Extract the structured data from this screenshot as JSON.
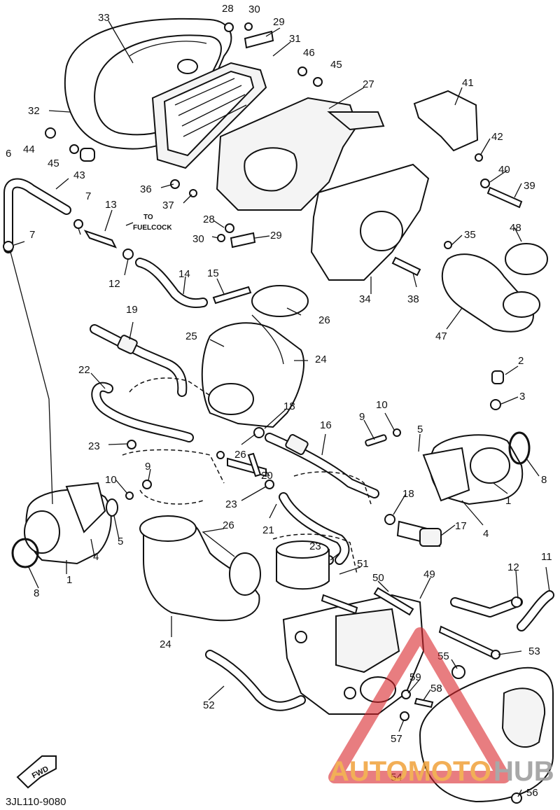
{
  "callouts": [
    {
      "id": "c1",
      "text": "1"
    },
    {
      "id": "c1b",
      "text": "1"
    },
    {
      "id": "c2",
      "text": "2"
    },
    {
      "id": "c3",
      "text": "3"
    },
    {
      "id": "c4",
      "text": "4"
    },
    {
      "id": "c4b",
      "text": "4"
    },
    {
      "id": "c5",
      "text": "5"
    },
    {
      "id": "c5b",
      "text": "5"
    },
    {
      "id": "c6",
      "text": "6"
    },
    {
      "id": "c7",
      "text": "7"
    },
    {
      "id": "c7b",
      "text": "7"
    },
    {
      "id": "c8",
      "text": "8"
    },
    {
      "id": "c8b",
      "text": "8"
    },
    {
      "id": "c9",
      "text": "9"
    },
    {
      "id": "c9b",
      "text": "9"
    },
    {
      "id": "c10",
      "text": "10"
    },
    {
      "id": "c10b",
      "text": "10"
    },
    {
      "id": "c11",
      "text": "11"
    },
    {
      "id": "c12",
      "text": "12"
    },
    {
      "id": "c12b",
      "text": "12"
    },
    {
      "id": "c13",
      "text": "13"
    },
    {
      "id": "c14",
      "text": "14"
    },
    {
      "id": "c15",
      "text": "15"
    },
    {
      "id": "c16",
      "text": "16"
    },
    {
      "id": "c17",
      "text": "17"
    },
    {
      "id": "c18",
      "text": "18"
    },
    {
      "id": "c18b",
      "text": "18"
    },
    {
      "id": "c19",
      "text": "19"
    },
    {
      "id": "c20",
      "text": "20"
    },
    {
      "id": "c21",
      "text": "21"
    },
    {
      "id": "c22",
      "text": "22"
    },
    {
      "id": "c23",
      "text": "23"
    },
    {
      "id": "c23b",
      "text": "23"
    },
    {
      "id": "c23c",
      "text": "23"
    },
    {
      "id": "c24",
      "text": "24"
    },
    {
      "id": "c24b",
      "text": "24"
    },
    {
      "id": "c25",
      "text": "25"
    },
    {
      "id": "c26",
      "text": "26"
    },
    {
      "id": "c26b",
      "text": "26"
    },
    {
      "id": "c26c",
      "text": "26"
    },
    {
      "id": "c27",
      "text": "27"
    },
    {
      "id": "c28",
      "text": "28"
    },
    {
      "id": "c28b",
      "text": "28"
    },
    {
      "id": "c29",
      "text": "29"
    },
    {
      "id": "c29b",
      "text": "29"
    },
    {
      "id": "c30",
      "text": "30"
    },
    {
      "id": "c30b",
      "text": "30"
    },
    {
      "id": "c31",
      "text": "31"
    },
    {
      "id": "c32",
      "text": "32"
    },
    {
      "id": "c33",
      "text": "33"
    },
    {
      "id": "c34",
      "text": "34"
    },
    {
      "id": "c35",
      "text": "35"
    },
    {
      "id": "c36",
      "text": "36"
    },
    {
      "id": "c37",
      "text": "37"
    },
    {
      "id": "c38",
      "text": "38"
    },
    {
      "id": "c39",
      "text": "39"
    },
    {
      "id": "c40",
      "text": "40"
    },
    {
      "id": "c41",
      "text": "41"
    },
    {
      "id": "c42",
      "text": "42"
    },
    {
      "id": "c43",
      "text": "43"
    },
    {
      "id": "c44",
      "text": "44"
    },
    {
      "id": "c45",
      "text": "45"
    },
    {
      "id": "c45b",
      "text": "45"
    },
    {
      "id": "c46",
      "text": "46"
    },
    {
      "id": "c47",
      "text": "47"
    },
    {
      "id": "c48",
      "text": "48"
    },
    {
      "id": "c49",
      "text": "49"
    },
    {
      "id": "c50",
      "text": "50"
    },
    {
      "id": "c51",
      "text": "51"
    },
    {
      "id": "c52",
      "text": "52"
    },
    {
      "id": "c53",
      "text": "53"
    },
    {
      "id": "c54",
      "text": "54"
    },
    {
      "id": "c55",
      "text": "55"
    },
    {
      "id": "c56",
      "text": "56"
    },
    {
      "id": "c57",
      "text": "57"
    },
    {
      "id": "c58",
      "text": "58"
    },
    {
      "id": "c59",
      "text": "59"
    }
  ],
  "notes": {
    "to_fuel_cock_line1": "TO",
    "to_fuel_cock_line2": "FUELCOCK",
    "fwd_arrow": "FWD",
    "diagram_code": "3JL110-9080"
  },
  "watermark": {
    "text_auto": "AUTOMOTO",
    "text_hub": "HUB",
    "color_orange": "#f0a23a",
    "color_gray": "#9a9a9a",
    "color_red": "#d9262c"
  }
}
